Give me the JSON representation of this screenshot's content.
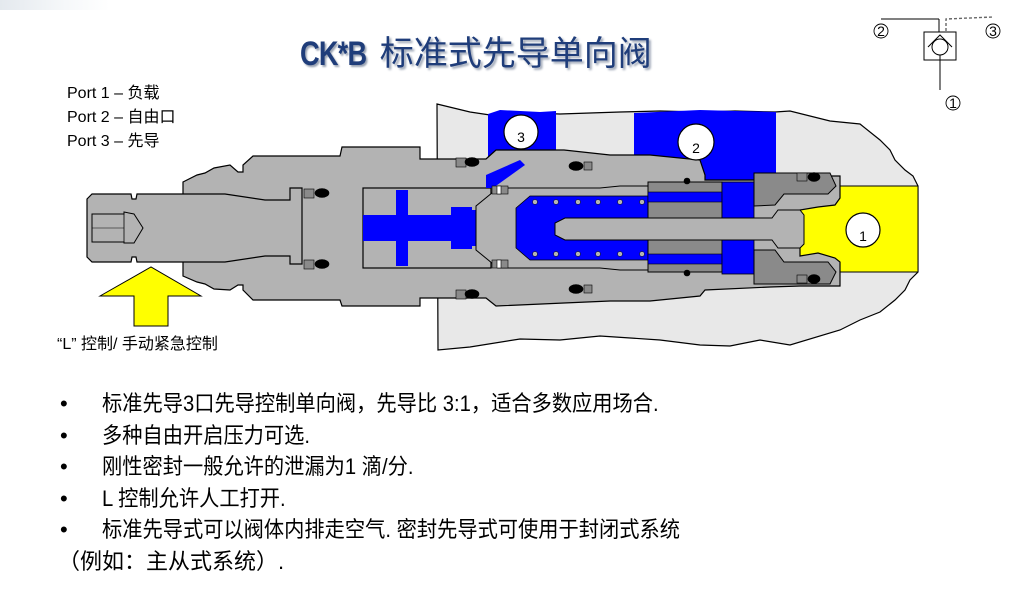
{
  "title": {
    "model": "CK*B",
    "text": "标准式先导单向阀"
  },
  "ports": [
    {
      "label": "Port 1 – 负载"
    },
    {
      "label": "Port 2 – 自由口"
    },
    {
      "label": "Port 3 – 先导"
    }
  ],
  "manual_control_label": "“L” 控制/ 手动紧急控制",
  "diagram": {
    "port_markers": [
      "3",
      "2",
      "1"
    ],
    "colors": {
      "body": "#b3b3b3",
      "manifold": "#e8e8e8",
      "pilot_fluid": "#0000ff",
      "load_fluid": "#ffff00",
      "dark_steel": "#8a8a8a",
      "arrow": "#ffff00"
    }
  },
  "hydraulic_symbol": {
    "ports": [
      "2",
      "3",
      "1"
    ]
  },
  "bullets": [
    {
      "text": "标准先导3口先导控制单向阀，先导比 3:1，适合多数应用场合."
    },
    {
      "text": "多种自由开启压力可选."
    },
    {
      "text": "刚性密封一般允许的泄漏为1 滴/分."
    },
    {
      "text": "L 控制允许人工打开."
    },
    {
      "text": "标准先导式可以阀体内排走空气. 密封先导式可使用于封闭式系统",
      "continuation": "（例如：主从式系统）."
    }
  ],
  "bullet_glyph": "•"
}
